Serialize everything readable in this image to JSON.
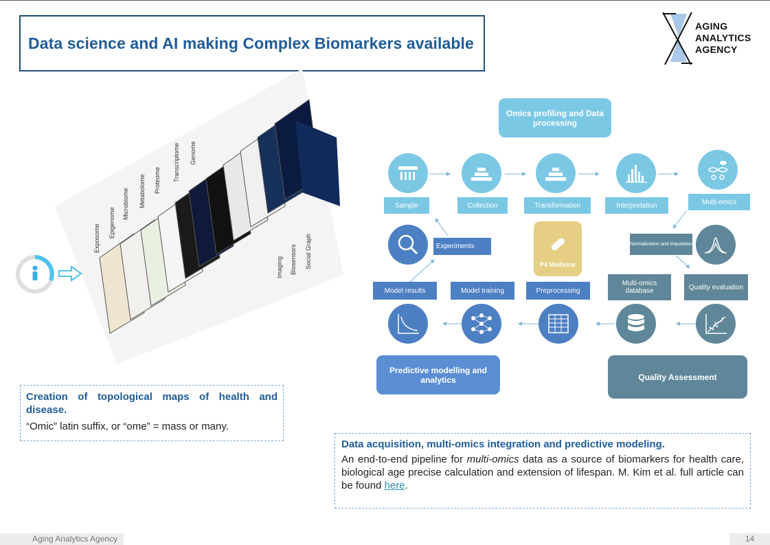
{
  "title": "Data science and AI making Complex Biomarkers available",
  "logo": {
    "lines": [
      "AGING",
      "ANALYTICS",
      "AGENCY"
    ]
  },
  "omics_layers": [
    "Exposome",
    "Epigenome",
    "Microbiome",
    "Metabolome",
    "Proteome",
    "Transcriptome",
    "Genome",
    "Imaging",
    "Biosensors",
    "Social Graph"
  ],
  "pipeline": {
    "top_box": "Omics profiling and Data processing",
    "row1_labels": [
      "Sample",
      "Collection",
      "Transformation",
      "Interpretation",
      "Multi-omics"
    ],
    "experiments": "Experiments",
    "p4_medicine": "P4 Medicine",
    "normalization": "Normalization and imputation",
    "row2_labels": [
      "Model results",
      "Model training",
      "Preprocessing",
      "Multi-omics database",
      "Quality evaluation"
    ],
    "bottom_left_box": "Predictive modelling and analytics",
    "bottom_right_box": "Quality Assessment",
    "colors": {
      "light_blue": "#7bc8e5",
      "mid_blue": "#4d7fc3",
      "slate": "#5f8799",
      "gold": "#e6cf85"
    }
  },
  "left_box": {
    "heading": "Creation of topological maps of health and disease.",
    "text": "“Omic” latin suffix, or “ome” = mass or many."
  },
  "right_box": {
    "heading": "Data acquisition, multi-omics integration and predictive modeling.",
    "text_pre": "An end-to-end pipeline for ",
    "text_em": "multi-omics",
    "text_post": " data as a source of biomarkers for health care, biological age precise calculation and extension of lifespan. M. Kim et al. full article can be found ",
    "link": "here",
    "text_end": "."
  },
  "footer": {
    "org": "Aging Analytics Agency",
    "page": "14"
  }
}
